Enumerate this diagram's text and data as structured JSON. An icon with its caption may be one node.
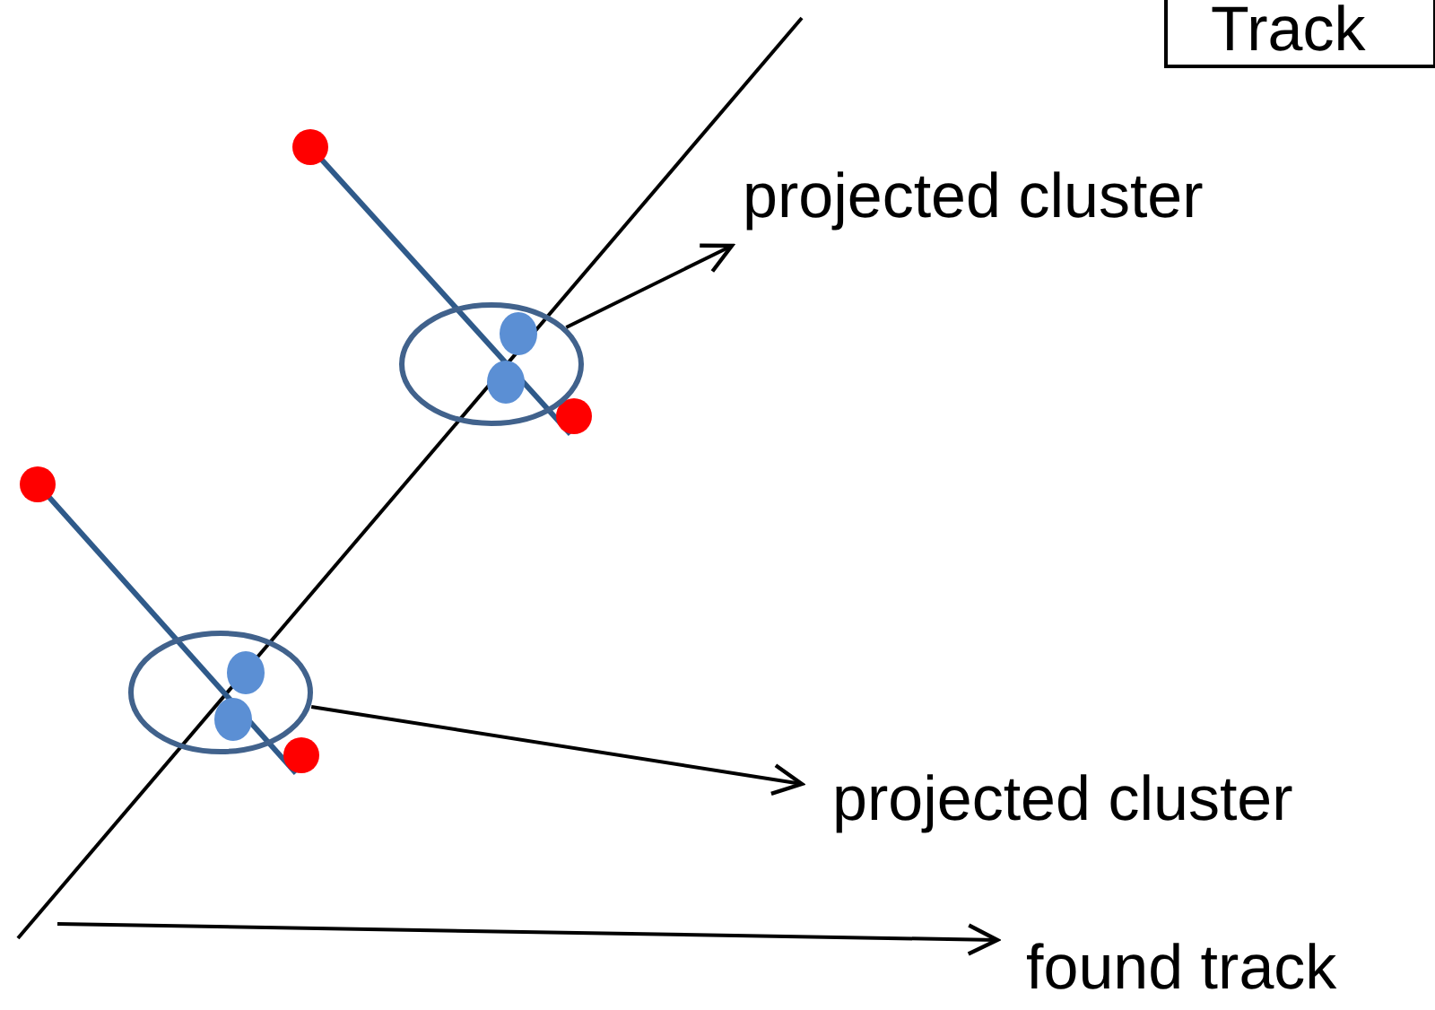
{
  "diagram": {
    "nodes": [
      {
        "text": [
          "Track"
        ]
      },
      {
        "text": [],
        "shape": "circle"
      },
      {
        "text": [
          "projected cluster"
        ]
      },
      {
        "text": [],
        "shape": "circle"
      },
      {
        "text": [
          "projected cluster"
        ]
      },
      {
        "text": [
          "found track"
        ]
      }
    ],
    "edges": [
      {
        "from": 1,
        "to": 2,
        "arrow": "to"
      },
      {
        "from": 3,
        "to": 4,
        "arrow": "to"
      },
      {
        "from": null,
        "to": 5,
        "arrow": "to"
      }
    ]
  }
}
